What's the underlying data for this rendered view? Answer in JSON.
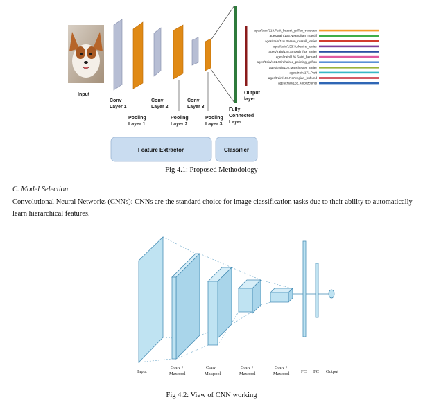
{
  "figure1": {
    "caption": "Fig 4.1: Proposed Methodology",
    "labels": {
      "input": "Input",
      "conv1": [
        "Conv",
        "Layer 1"
      ],
      "pool1": [
        "Pooling",
        "Layer 1"
      ],
      "conv2": [
        "Conv",
        "Layer 2"
      ],
      "pool2": [
        "Pooling",
        "Layer 2"
      ],
      "conv3": [
        "Conv",
        "Layer 3"
      ],
      "pool3": [
        "Pooling",
        "Layer 3"
      ],
      "fc": [
        "Fully",
        "Connected",
        "Layer"
      ],
      "output": [
        "Output",
        "layer"
      ]
    },
    "feature_extractor": "Feature Extractor",
    "classifier": "Classifier",
    "legend": [
      {
        "label": "ages/train/119.Petit_basset_griffon_vendeen",
        "color": "#f39c2c"
      },
      {
        "label": "ages/train/105.Neapolitan_mastiff",
        "color": "#3fae49"
      },
      {
        "label": "ages/train/116.Parson_russell_terrier",
        "color": "#d13b2e"
      },
      {
        "label": "ages/train/133.Yorkshire_terrier",
        "color": "#7b3f99"
      },
      {
        "label": "ages/train/128.Smooth_fox_terrier",
        "color": "#2c4fa3"
      },
      {
        "label": "ages/train/126.Saint_bernard",
        "color": "#e05aa0"
      },
      {
        "label": "ages/train/131.Wirehaired_pointing_griffon",
        "color": "#5b8fd6"
      },
      {
        "label": "ages/train/102.Manchester_terrier",
        "color": "#9ab23a"
      },
      {
        "label": "ages/train/171.Plott",
        "color": "#39b8c5"
      },
      {
        "label": "ages/train/108.Norwegian_buhund",
        "color": "#c9343f"
      },
      {
        "label": "ages/train/132.Xoloitzcuintli",
        "color": "#2f66b5"
      }
    ]
  },
  "section": {
    "heading": "C.   Model Selection",
    "paragraph": "Convolutional Neural Networks (CNNs): CNNs are the standard choice for image classification tasks due to their ability to automatically learn hierarchical features."
  },
  "figure2": {
    "caption": "Fig 4.2: View of CNN working",
    "labels": {
      "input": "Input",
      "block1": [
        "Conv +",
        "Maxpool"
      ],
      "block2": [
        "Conv +",
        "Maxpool"
      ],
      "block3": [
        "Conv +",
        "Maxpool"
      ],
      "block4": [
        "Conv +",
        "Maxpool"
      ],
      "fc1": "FC",
      "fc2": "FC",
      "output": "Output"
    }
  }
}
